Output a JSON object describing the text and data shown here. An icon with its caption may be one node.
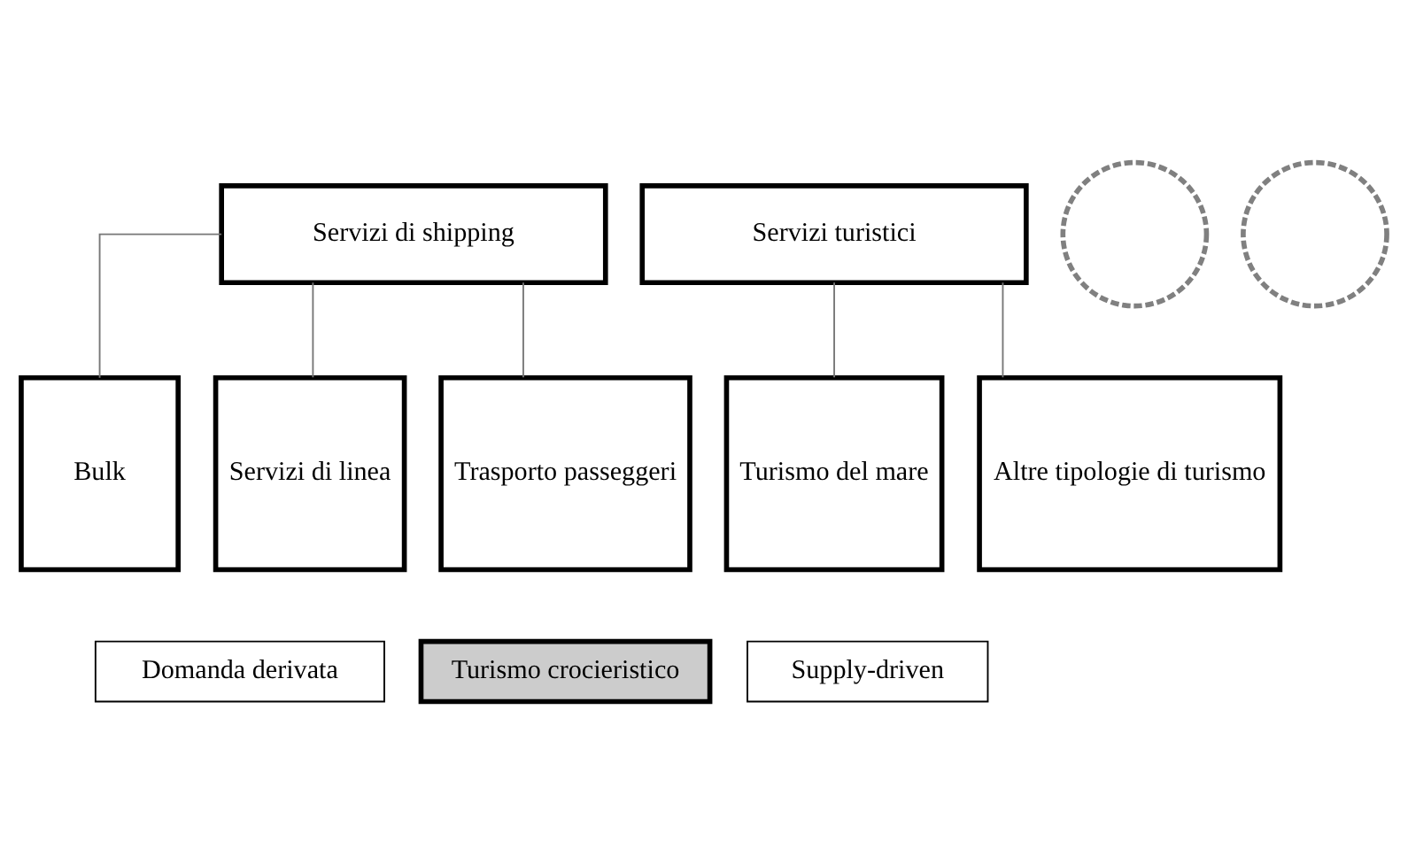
{
  "diagram": {
    "nodes": [
      {
        "text": [
          "Servizi di shipping"
        ]
      },
      {
        "text": [
          "Servizi turistici"
        ]
      },
      {
        "text": [
          "Bulk"
        ]
      },
      {
        "text": [
          "Servizi di linea"
        ]
      },
      {
        "text": [
          "Trasporto passeggeri"
        ]
      },
      {
        "text": [
          "Turismo del mare"
        ]
      },
      {
        "text": [
          "Altre tipologie di turismo"
        ]
      },
      {
        "text": [
          "Domanda derivata"
        ]
      },
      {
        "text": [
          "Turismo crocieristico"
        ]
      },
      {
        "text": [
          "Supply-driven"
        ]
      },
      {
        "text": [],
        "shape": "circle"
      },
      {
        "text": [],
        "shape": "circle"
      }
    ],
    "edges": [
      {
        "from": 0,
        "to": 2,
        "arrow": "none"
      },
      {
        "from": 0,
        "to": 3,
        "arrow": "none"
      },
      {
        "from": 0,
        "to": 4,
        "arrow": "none"
      },
      {
        "from": 1,
        "to": 5,
        "arrow": "none"
      },
      {
        "from": 1,
        "to": 6,
        "arrow": "none"
      }
    ]
  }
}
